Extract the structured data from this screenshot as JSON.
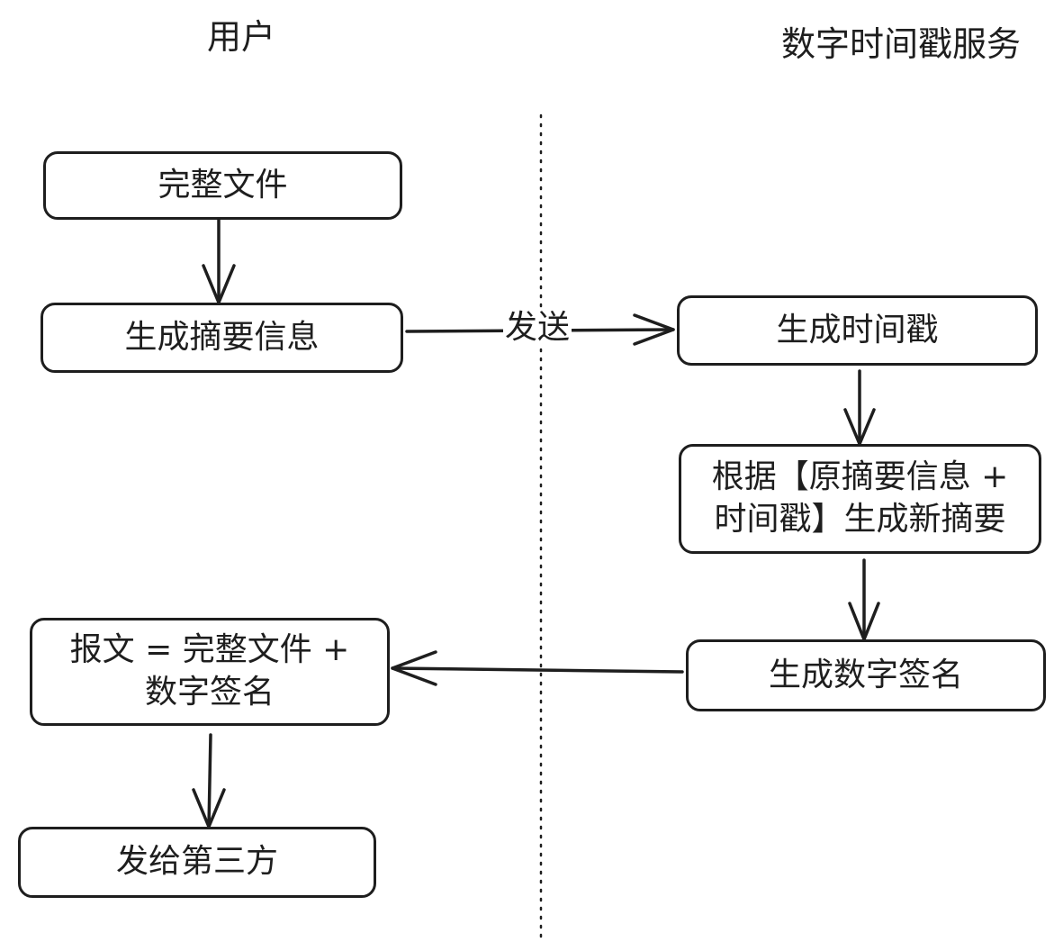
{
  "lanes": {
    "user": "用户",
    "timestamp_service": "数字时间戳服务"
  },
  "nodes": {
    "full_file": "完整文件",
    "generate_digest": "生成摘要信息",
    "generate_timestamp": "生成时间戳",
    "new_digest_line1": "根据【原摘要信息 +",
    "new_digest_line2": "时间戳】生成新摘要",
    "generate_signature": "生成数字签名",
    "message_line1": "报文 = 完整文件 +",
    "message_line2": "数字签名",
    "send_third_party": "发给第三方"
  },
  "edges": {
    "send_label": "发送"
  },
  "colors": {
    "stroke": "#1e1e1e",
    "background": "#ffffff"
  }
}
